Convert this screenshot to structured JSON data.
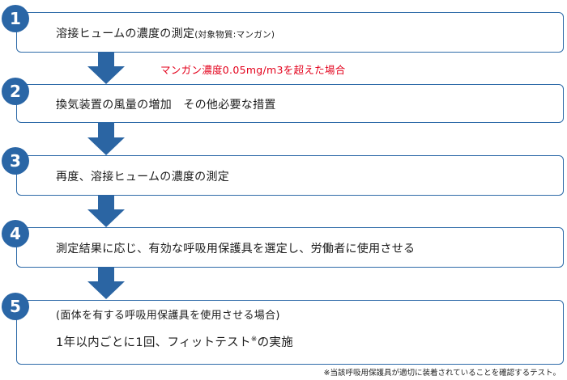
{
  "steps": [
    {
      "number": "1",
      "text": "溶接ヒュームの濃度の測定",
      "note": "(対象物質:マンガン)"
    },
    {
      "number": "2",
      "text": "換気装置の風量の増加　その他必要な措置"
    },
    {
      "number": "3",
      "text": "再度、溶接ヒュームの濃度の測定"
    },
    {
      "number": "4",
      "text": "測定結果に応じ、有効な呼吸用保護具を選定し、労働者に使用させる"
    },
    {
      "number": "5",
      "line1": "(面体を有する呼吸用保護具を使用させる場合)",
      "line2": "1年以内ごとに1回、フィットテスト",
      "mark": "※",
      "line2_end": "の実施"
    }
  ],
  "condition": "マンガン濃度0.05mg/m3を超えた場合",
  "footnote": "※当該呼吸用保護具が適切に装着されていることを確認するテスト。",
  "colors": {
    "accent": "#2a66a6",
    "border": "#2d6aa8",
    "arrow": "#2b65a3",
    "condition": "#e3001b"
  }
}
